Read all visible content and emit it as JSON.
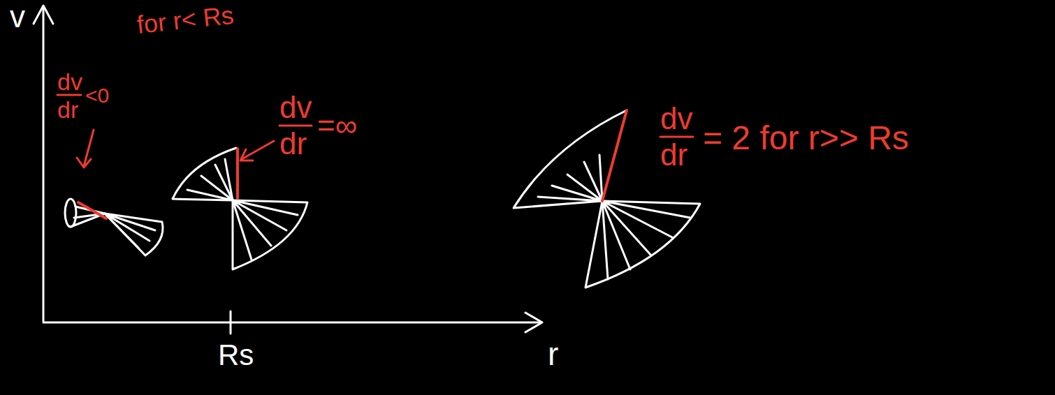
{
  "diagram": {
    "labels": [
      "v",
      "for r< Rs",
      "dv",
      "dr",
      "<0",
      "dv",
      "dr",
      "=∞",
      "dv",
      "dr",
      "= 2 for r>> Rs",
      "Rs",
      "r"
    ]
  }
}
